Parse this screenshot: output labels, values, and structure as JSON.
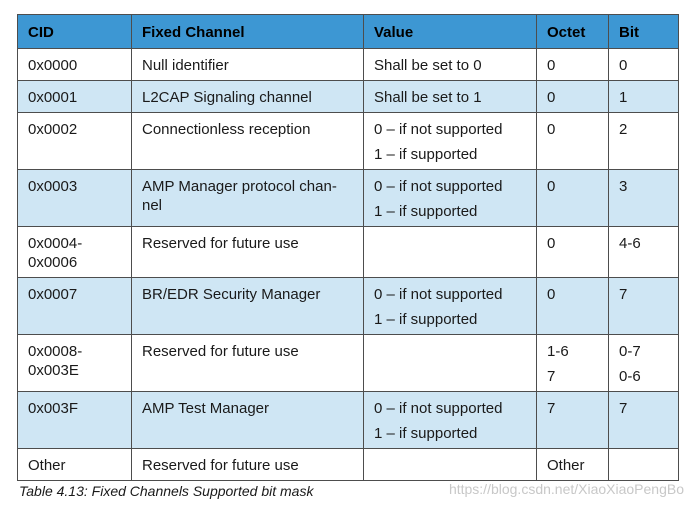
{
  "table": {
    "headers": [
      "CID",
      "Fixed Channel",
      "Value",
      "Octet",
      "Bit"
    ],
    "rows": [
      {
        "shaded": false,
        "cells": [
          [
            "0x0000"
          ],
          [
            "Null identifier"
          ],
          [
            "Shall be set to 0"
          ],
          [
            "0"
          ],
          [
            "0"
          ]
        ],
        "wrap": [
          false,
          false,
          false,
          false,
          false
        ]
      },
      {
        "shaded": true,
        "cells": [
          [
            "0x0001"
          ],
          [
            "L2CAP Signaling channel"
          ],
          [
            "Shall be set to 1"
          ],
          [
            "0"
          ],
          [
            "1"
          ]
        ],
        "wrap": [
          false,
          false,
          false,
          false,
          false
        ]
      },
      {
        "shaded": false,
        "cells": [
          [
            "0x0002"
          ],
          [
            "Connectionless reception"
          ],
          [
            "0 – if not supported",
            "1 – if supported"
          ],
          [
            "0"
          ],
          [
            "2"
          ]
        ],
        "wrap": [
          false,
          false,
          false,
          false,
          false
        ]
      },
      {
        "shaded": true,
        "cells": [
          [
            "0x0003"
          ],
          [
            "AMP Manager protocol chan-",
            "nel"
          ],
          [
            "0 – if not supported",
            "1 – if supported"
          ],
          [
            "0"
          ],
          [
            "3"
          ]
        ],
        "wrap": [
          false,
          true,
          false,
          false,
          false
        ]
      },
      {
        "shaded": false,
        "cells": [
          [
            "0x0004-",
            "0x0006"
          ],
          [
            "Reserved for future use"
          ],
          [],
          [
            "0"
          ],
          [
            "4-6"
          ]
        ],
        "wrap": [
          true,
          false,
          false,
          false,
          false
        ]
      },
      {
        "shaded": true,
        "cells": [
          [
            "0x0007"
          ],
          [
            "BR/EDR Security Manager"
          ],
          [
            "0 – if not supported",
            "1 – if supported"
          ],
          [
            "0"
          ],
          [
            "7"
          ]
        ],
        "wrap": [
          false,
          false,
          false,
          false,
          false
        ]
      },
      {
        "shaded": false,
        "cells": [
          [
            "0x0008-",
            "0x003E"
          ],
          [
            "Reserved for future use"
          ],
          [],
          [
            "1-6",
            "7"
          ],
          [
            "0-7",
            "0-6"
          ]
        ],
        "wrap": [
          true,
          false,
          false,
          false,
          false
        ]
      },
      {
        "shaded": true,
        "cells": [
          [
            "0x003F"
          ],
          [
            "AMP Test Manager"
          ],
          [
            "0 – if not supported",
            "1 – if supported"
          ],
          [
            "7"
          ],
          [
            "7"
          ]
        ],
        "wrap": [
          false,
          false,
          false,
          false,
          false
        ]
      },
      {
        "shaded": false,
        "cells": [
          [
            "Other"
          ],
          [
            "Reserved for future use"
          ],
          [],
          [
            "Other"
          ],
          [
            ""
          ]
        ],
        "wrap": [
          false,
          false,
          false,
          false,
          false
        ]
      }
    ]
  },
  "caption": "Table 4.13:  Fixed Channels Supported bit mask",
  "watermark": "https://blog.csdn.net/XiaoXiaoPengBo",
  "colors": {
    "header_bg": "#3d97d3",
    "shaded_row_bg": "#cfe6f4",
    "border": "#4d4d4d"
  }
}
